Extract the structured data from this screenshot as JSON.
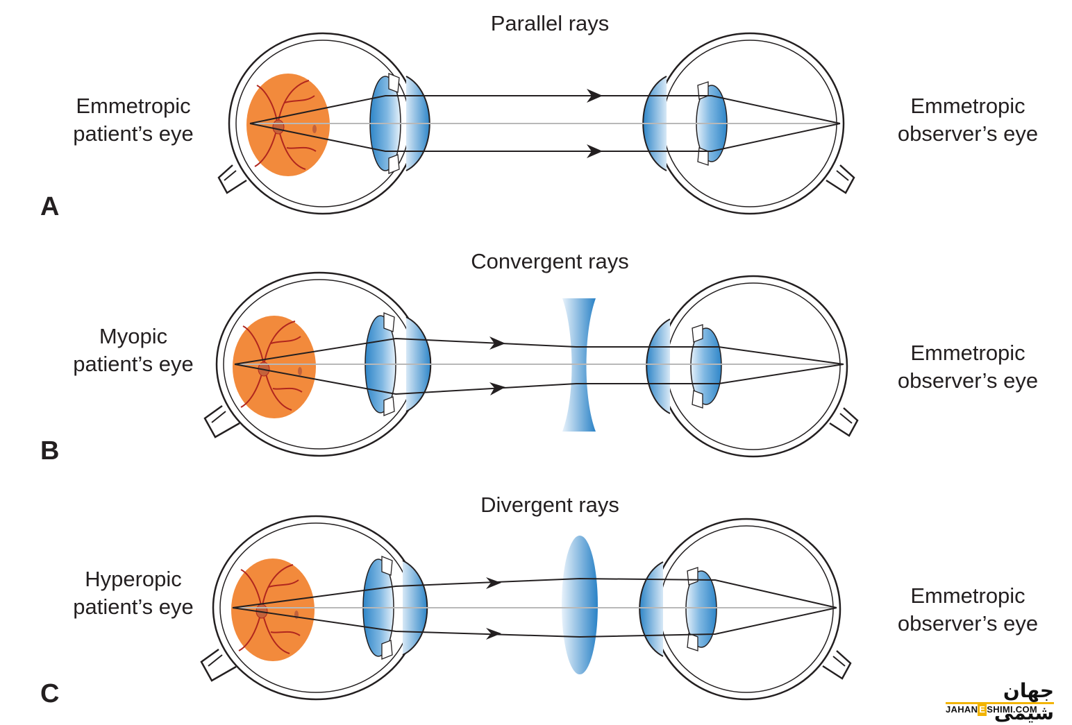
{
  "panels": [
    {
      "letter": "A",
      "title": "Parallel rays",
      "patient_label": [
        "Emmetropic",
        "patient’s eye"
      ],
      "observer_label": [
        "Emmetropic",
        "observer’s eye"
      ],
      "lens": "none"
    },
    {
      "letter": "B",
      "title": "Convergent rays",
      "patient_label": [
        "Myopic",
        "patient’s eye"
      ],
      "observer_label": [
        "Emmetropic",
        "observer’s eye"
      ],
      "lens": "concave"
    },
    {
      "letter": "C",
      "title": "Divergent rays",
      "patient_label": [
        "Hyperopic",
        "patient’s eye"
      ],
      "observer_label": [
        "Emmetropic",
        "observer’s eye"
      ],
      "lens": "convex"
    }
  ],
  "colors": {
    "lens_blue": "#3a8fd0",
    "retina_orange": "#f28a3c",
    "vessel_red": "#b0261e",
    "line": "#231f20",
    "axis": "#b8b8b8"
  },
  "logo": {
    "persian": "جهان شیمی",
    "latin_left": "JAHAN",
    "latin_mid": "E",
    "latin_right": "SHIMI.COM"
  }
}
